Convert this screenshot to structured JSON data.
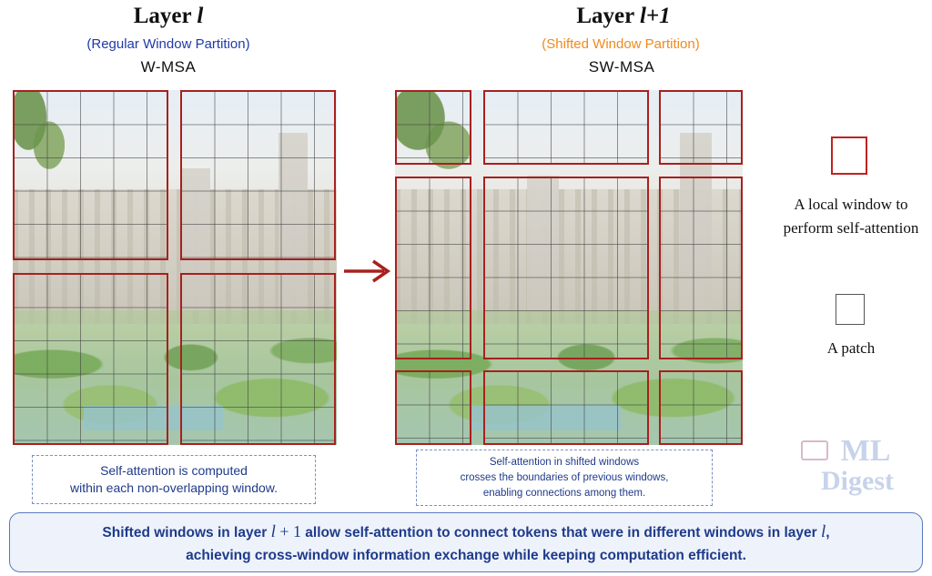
{
  "left": {
    "title_prefix": "Layer",
    "title_var": "l",
    "subtitle": "(Regular Window Partition)",
    "subtitle_color": "#1f3aa8",
    "method": "W-MSA",
    "note_line1": "Self-attention is computed",
    "note_line2": "within each non-overlapping window."
  },
  "right": {
    "title_prefix": "Layer",
    "title_var": "l+1",
    "subtitle": "(Shifted Window Partition)",
    "subtitle_color": "#f08a1c",
    "method": "SW-MSA",
    "note_line1": "Self-attention in shifted windows",
    "note_line2": "crosses the boundaries of previous windows,",
    "note_line3": "enabling connections among them."
  },
  "legend": {
    "window_label_line1": "A local window to",
    "window_label_line2": "perform self-attention",
    "patch_label": "A patch"
  },
  "watermark": {
    "line1": "ML",
    "line2": "Digest"
  },
  "bottom": {
    "line1_a": "Shifted windows in layer ",
    "line1_var1": "l",
    "line1_op": " + 1",
    "line1_b": " allow self-attention to connect tokens that were in different windows in layer ",
    "line1_var2": "l",
    "line1_end": ",",
    "line2": "achieving cross-window information exchange while keeping computation efficient."
  },
  "colors": {
    "window_border": "#a8201e",
    "arrow": "#a8201e",
    "note_text": "#1f3a8a"
  }
}
